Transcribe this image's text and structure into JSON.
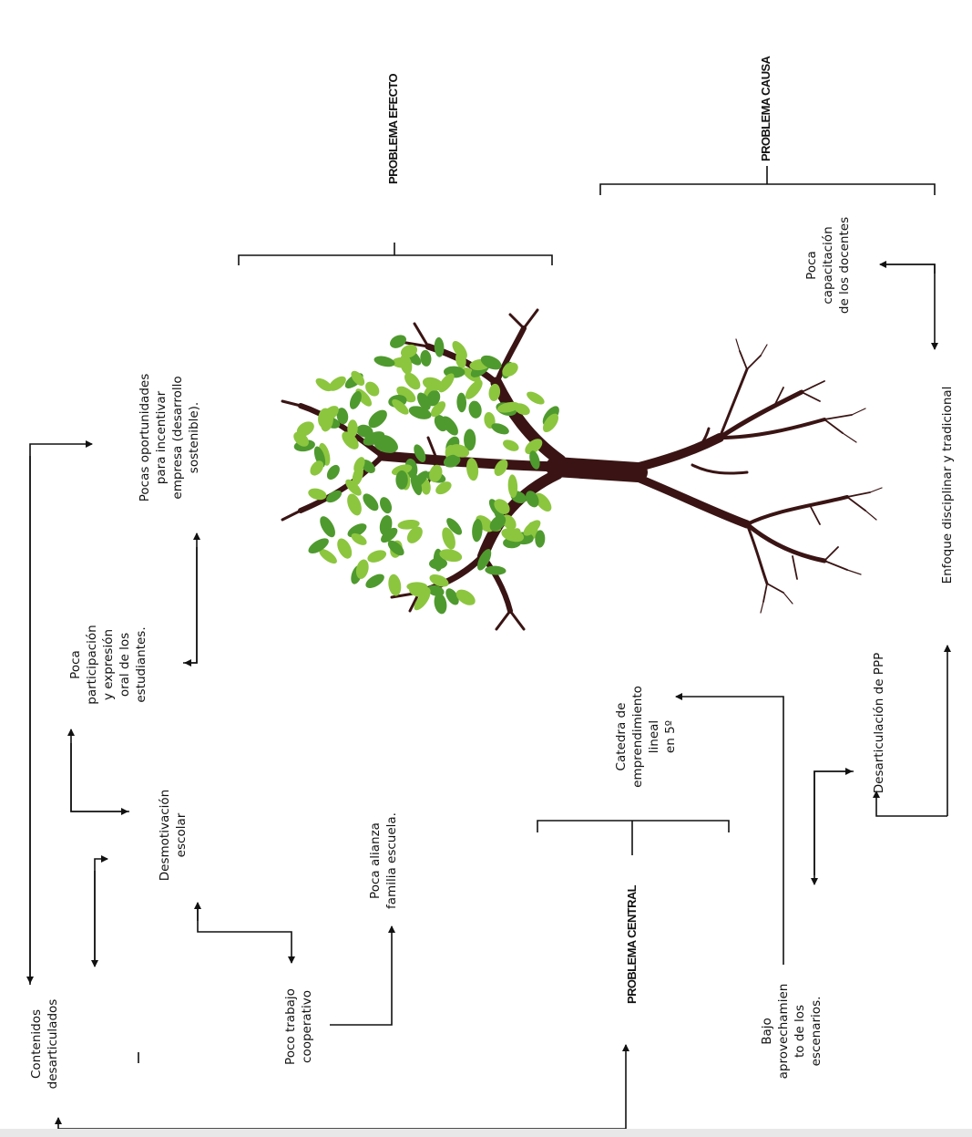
{
  "headers": {
    "efecto": "PROBLEMA EFECTO",
    "causa": "PROBLEMA CAUSA",
    "central": "PROBLEMA CENTRAL"
  },
  "nodes": {
    "pocas_oportunidades": "Pocas oportunidades\npara incentivar\nempresa (desarrollo\nsostenible).",
    "poca_participacion": "Poca\nparticipación\ny expresión\noral de los\nestudiantes.",
    "desmotivacion": "Desmotivación\nescolar",
    "poca_alianza": "Poca alianza\nfamilia escuela.",
    "poco_trabajo": "Poco trabajo\ncooperativo",
    "contenidos": "Contenidos\ndesarticulados",
    "poca_capacitacion": "Poca\ncapacitación\nde los docentes",
    "enfoque": "Enfoque disciplinar y tradicional",
    "desarticulacion_ppp": "Desarticulación de PPP",
    "catedra": "Catedra de\nemprendimiento lineal\nen 5º",
    "bajo_aprovechamiento": "Bajo\naprovechamien\nto de los\nescenarios."
  },
  "colors": {
    "leaf_dark": "#4f9a2e",
    "leaf_light": "#8cc63f",
    "trunk": "#3a1414",
    "line": "#111111"
  }
}
